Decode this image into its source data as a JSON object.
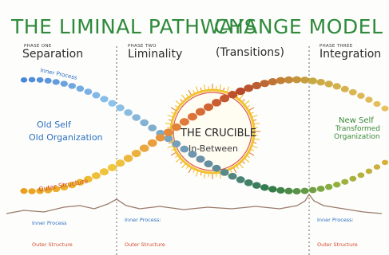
{
  "title": {
    "part1": "THE LIMINAL PATHWAYS",
    "part2": "CHANGE MODEL"
  },
  "phases": [
    {
      "small": "PHASE ONE",
      "name": "Separation"
    },
    {
      "small": "PHASE TWO",
      "name": "Liminality"
    },
    {
      "subtitle": "(Transitions)"
    },
    {
      "small": "PHASE THREE",
      "name": "Integration"
    }
  ],
  "curve_labels": {
    "inner_process": "Inner Process",
    "outer_structure": "Outer Structure"
  },
  "old_self": {
    "line1": "Old Self",
    "line2": "Old Organization"
  },
  "crucible": {
    "line1": "THE CRUCIBLE",
    "line2": "In-Between"
  },
  "new_self": {
    "line1": "New Self",
    "line2": "Transformed",
    "line3": "Organization"
  },
  "bottom_labels": [
    {
      "inner": "Inner Process",
      "outer": "Outer Structure"
    },
    {
      "inner": "Inner Process:",
      "outer": "Outer Structure"
    },
    {
      "inner": "Inner Process:",
      "outer": "Outer Structure"
    }
  ],
  "colors": {
    "title_green": "#2f8a3c",
    "blue_text": "#2b6fc0",
    "red_text": "#d24a2c",
    "sun_yellow": "#f2c230",
    "sun_red": "#e0583a",
    "mountain": "#9a7a6a"
  }
}
